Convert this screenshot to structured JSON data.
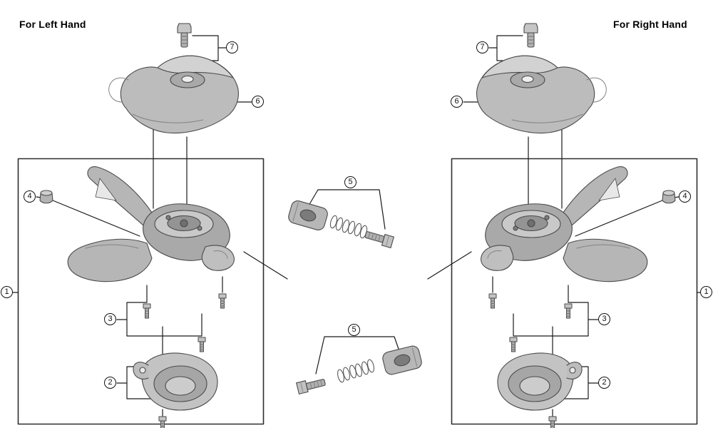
{
  "labels": {
    "left_hand": "For Left Hand",
    "right_hand": "For Right Hand"
  },
  "callouts": {
    "c1": "1",
    "c2": "2",
    "c3": "3",
    "c4": "4",
    "c5": "5",
    "c6": "6",
    "c7": "7"
  },
  "style": {
    "background": "#ffffff",
    "line_color": "#1a1a1a",
    "box_border_color": "#2e2e2e",
    "part_fill": "#b9b9b9",
    "part_highlight": "#d6d6d6",
    "part_shadow": "#8b8b8b",
    "text_color": "#000000"
  }
}
